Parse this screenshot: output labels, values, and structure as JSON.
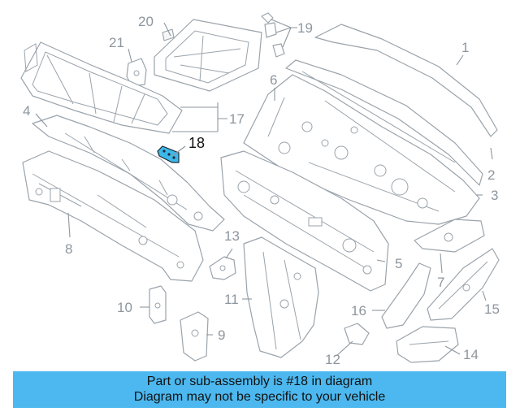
{
  "diagram": {
    "callouts": [
      "1",
      "2",
      "3",
      "4",
      "5",
      "6",
      "7",
      "8",
      "9",
      "10",
      "11",
      "12",
      "13",
      "14",
      "15",
      "16",
      "17",
      "18",
      "19",
      "20",
      "21"
    ],
    "highlighted_part": "18",
    "colors": {
      "highlight": "#3cb8ea",
      "line": "#9aa3ab",
      "banner": "#4cb8ef"
    }
  },
  "banner": {
    "line1": "Part or sub-assembly is #18 in diagram",
    "line2": "Diagram may not be specific to your vehicle"
  }
}
